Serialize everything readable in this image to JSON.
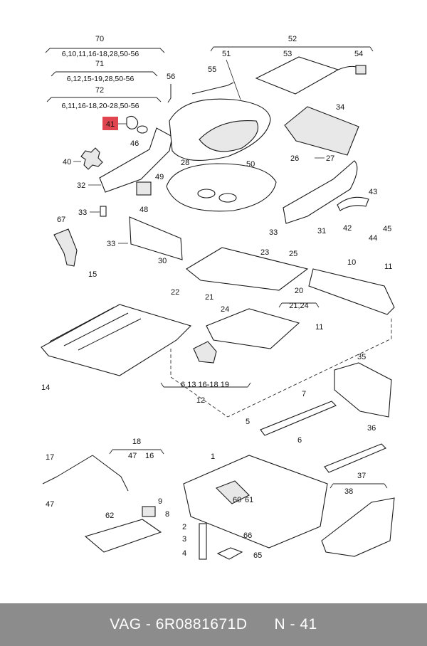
{
  "highlight_color": "#e0454f",
  "footer": {
    "text": "VAG - 6R0881671D      N - 41"
  },
  "callouts": {
    "c70": "70",
    "c70_sub": "6,10,11,16-18,28,50-56",
    "c71": "71",
    "c71_sub": "6,12,15-19,28,50-56",
    "c72": "72",
    "c72_sub": "6,11,16-18,20-28,50-56",
    "c41": "41",
    "c46": "46",
    "c40": "40",
    "c32": "32",
    "c49": "49",
    "c48": "48",
    "c33a": "33",
    "c67": "67",
    "c33b": "33",
    "c30": "30",
    "c56": "56",
    "c55": "55",
    "c51": "51",
    "c52": "52",
    "c53": "53",
    "c54": "54",
    "c34": "34",
    "c50": "50",
    "c26": "26",
    "c27": "27",
    "c28": "28",
    "c43": "43",
    "c42": "42",
    "c44": "44",
    "c45": "45",
    "c33c": "33",
    "c31": "31",
    "c23": "23",
    "c25": "25",
    "c10": "10",
    "c11a": "11",
    "c15": "15",
    "c22": "22",
    "c21": "21",
    "c24": "24",
    "c20": "20",
    "c20_sub": "21,24",
    "c11b": "11",
    "c14": "14",
    "c12": "12",
    "c12_sub": "6   13  16-18  19",
    "c35": "35",
    "c7": "7",
    "c5": "5",
    "c6": "6",
    "c36": "36",
    "c1": "1",
    "c37": "37",
    "c38": "38",
    "c18": "18",
    "c17": "17",
    "c47a": "47",
    "c16": "16",
    "c47b": "47",
    "c9": "9",
    "c8": "8",
    "c62": "62",
    "c2": "2",
    "c3": "3",
    "c4": "4",
    "c66": "66",
    "c65": "65",
    "c60": "60",
    "c61": "61"
  }
}
